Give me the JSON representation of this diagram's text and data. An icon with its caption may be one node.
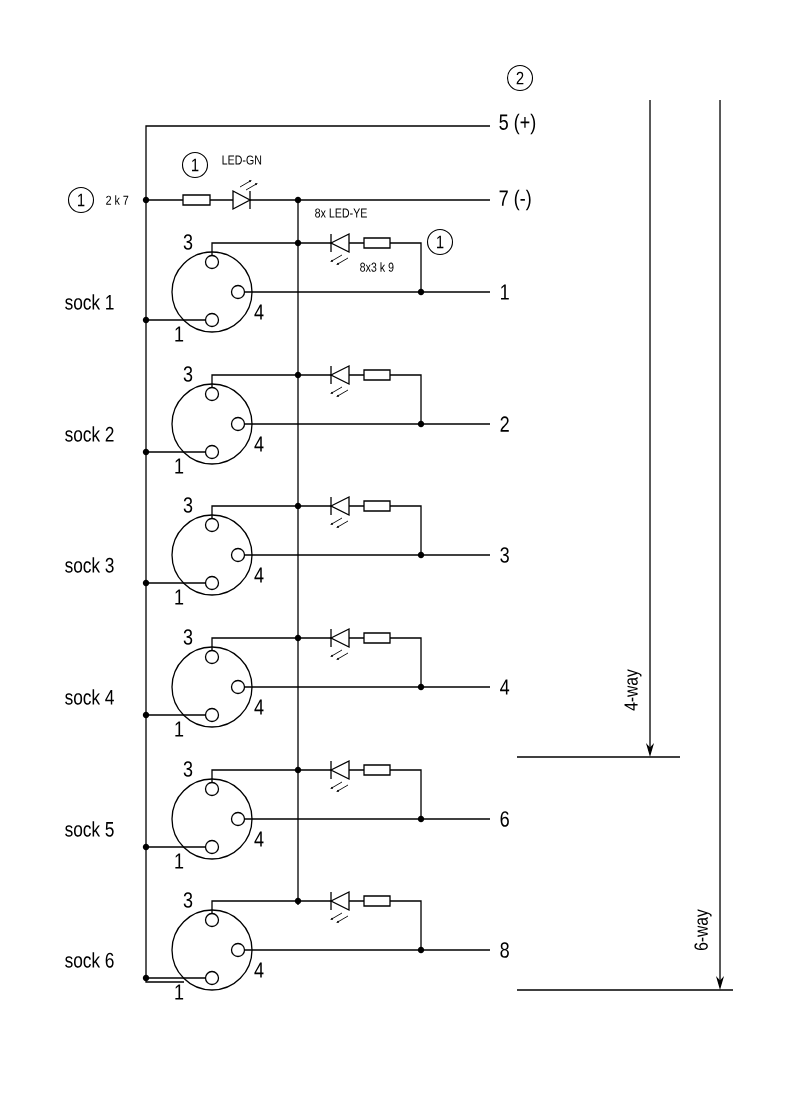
{
  "diagram": {
    "labels": [
      "2",
      "5 (+)",
      "1",
      "LED-GN",
      "1",
      "2 k 7",
      "7 (-)",
      "8x LED-YE",
      "1",
      "8x3 k 9",
      "3",
      "sock 1",
      "4",
      "1",
      "1",
      "3",
      "sock 2",
      "4",
      "1",
      "2",
      "3",
      "sock 3",
      "4",
      "1",
      "3",
      "3",
      "sock 4",
      "4",
      "1",
      "4",
      "3",
      "sock 5",
      "4",
      "1",
      "6",
      "3",
      "sock 6",
      "4",
      "1",
      "8",
      "4-way",
      "6-way"
    ]
  }
}
